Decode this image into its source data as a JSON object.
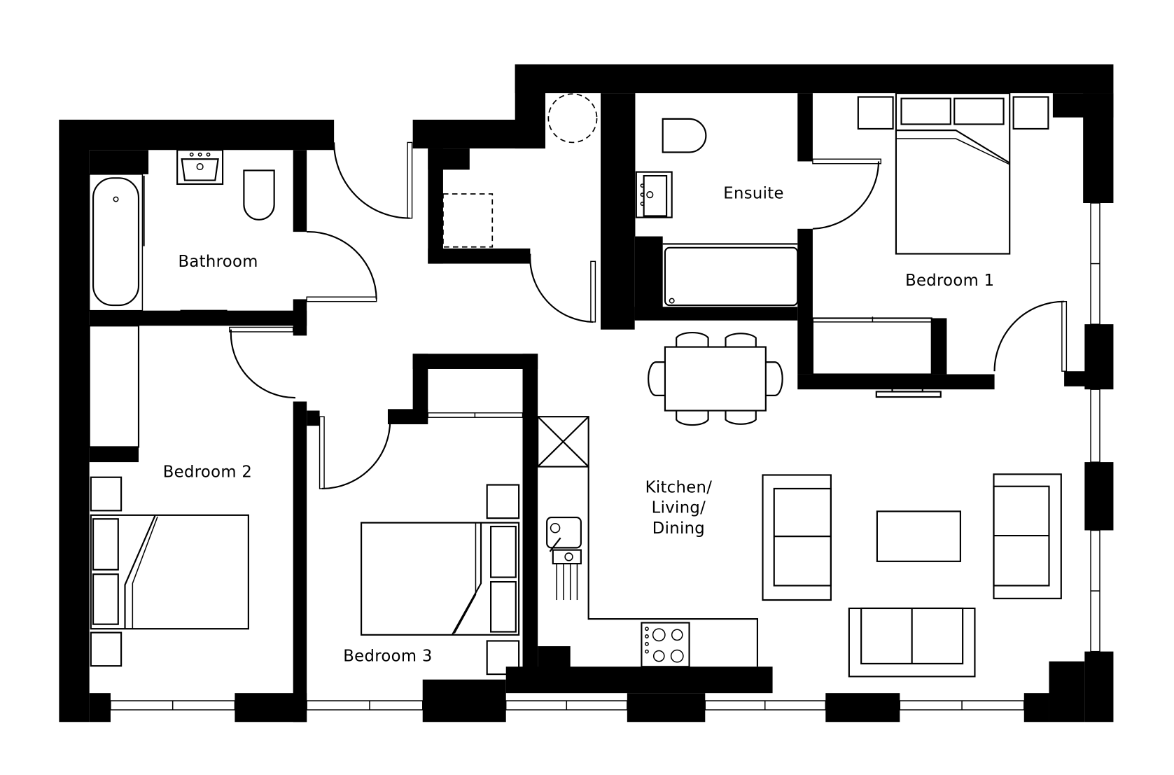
{
  "floorplan": {
    "background": "#ffffff",
    "wall_color": "#000000",
    "rooms": {
      "bathroom": {
        "label": "Bathroom"
      },
      "ensuite": {
        "label": "Ensuite"
      },
      "bedroom_1": {
        "label": "Bedroom 1"
      },
      "bedroom_2": {
        "label": "Bedroom 2"
      },
      "bedroom_3": {
        "label": "Bedroom 3"
      },
      "kitchen_living_dining": {
        "label_line1": "Kitchen/",
        "label_line2": "Living/",
        "label_line3": "Dining"
      }
    },
    "fixtures": [
      "bathtub",
      "basin",
      "toilet",
      "shower-bath",
      "dining-table-6-chairs",
      "sofa-left",
      "sofa-right",
      "sofa-bottom",
      "coffee-table",
      "tv-unit",
      "kitchen-sink",
      "hob",
      "fridge-space",
      "double-bed",
      "bedside-tables",
      "wardrobe",
      "boiler-cupboard",
      "washer-space"
    ]
  }
}
